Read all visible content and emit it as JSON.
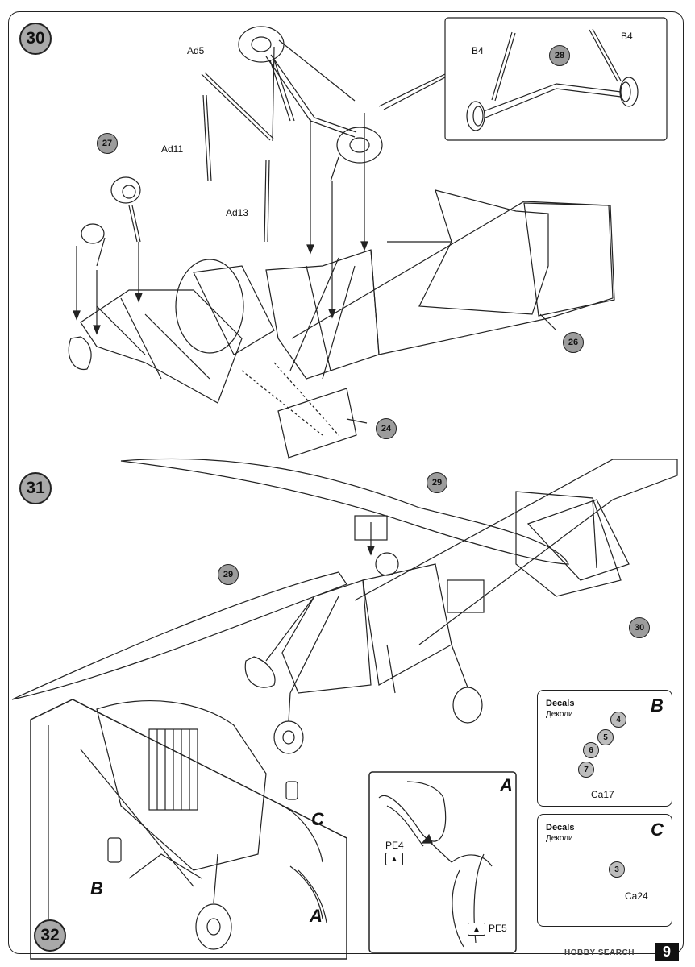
{
  "steps": {
    "s30": "30",
    "s31": "31",
    "s32": "32"
  },
  "step30": {
    "parts": [
      "Ad5",
      "Ad11",
      "Ad13"
    ],
    "inset_parts": [
      "B4",
      "B4"
    ],
    "callouts": [
      "27",
      "26",
      "24",
      "28"
    ]
  },
  "step31": {
    "callouts": [
      "29",
      "29",
      "30"
    ]
  },
  "step32": {
    "letters": [
      "B",
      "C",
      "A"
    ]
  },
  "detailA": {
    "letter": "A",
    "pe4": "PE4",
    "pe5": "PE5"
  },
  "decalsB": {
    "title": "Decals",
    "subtitle": "Деколи",
    "letter": "B",
    "numbers": [
      "4",
      "5",
      "6",
      "7"
    ],
    "code": "Ca17"
  },
  "decalsC": {
    "title": "Decals",
    "subtitle": "Деколи",
    "letter": "C",
    "number": "3",
    "code": "Ca24"
  },
  "footer": {
    "watermark": "HOBBY SEARCH",
    "page": "9"
  }
}
